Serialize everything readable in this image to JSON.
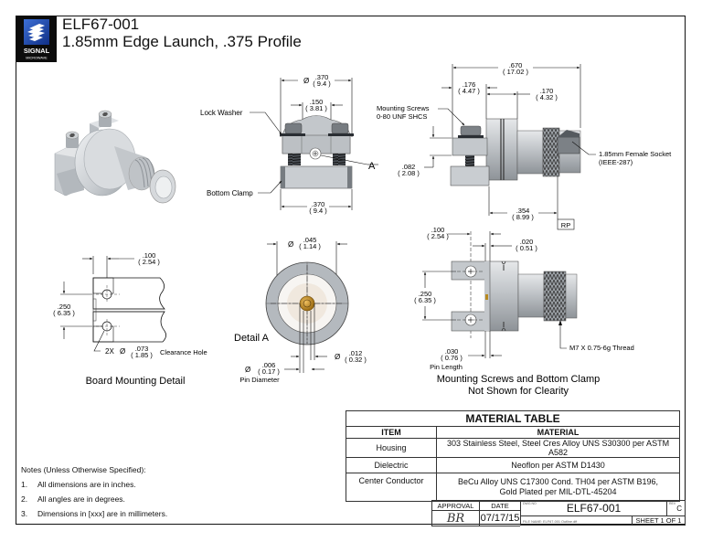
{
  "header": {
    "logo": {
      "name": "SIGNAL",
      "sub": "MICROWAVE",
      "icon": "signal-microwave-logo-icon",
      "brand_color": "#1f4fb5"
    },
    "part_number": "ELF67-001",
    "description": "1.85mm Edge Launch, .375 Profile"
  },
  "views": {
    "isometric": {
      "icon": "connector-3d-render"
    },
    "front_view": {
      "dim_overall_top": {
        "prefix": "Ø",
        "inch": ".370",
        "mm": "( 9.4 )"
      },
      "dim_screw_spacing": {
        "inch": ".150",
        "mm": "( 3.81 )"
      },
      "dim_overall_bottom": {
        "inch": ".370",
        "mm": "( 9.4 )"
      },
      "label_lock_washer": "Lock Washer",
      "label_bottom_clamp": "Bottom Clamp",
      "detail_callout": "A"
    },
    "side_view": {
      "dim_overall_length": {
        "inch": ".670",
        "mm": "( 17.02 )"
      },
      "dim_flange": {
        "inch": ".176",
        "mm": "( 4.47 )"
      },
      "dim_body": {
        "inch": ".170",
        "mm": "( 4.32 )"
      },
      "dim_gap": {
        "inch": ".082",
        "mm": "( 2.08 )"
      },
      "dim_rp": {
        "inch": ".354",
        "mm": "( 8.99 )"
      },
      "rp_label": "RP",
      "label_mounting_screws": "Mounting Screws",
      "label_mounting_screws_spec": "0-80 UNF SHCS",
      "label_socket": "1.85mm Female Socket",
      "label_socket_std": "(IEEE-287)"
    },
    "board_detail": {
      "title": "Board Mounting Detail",
      "dim_edge": {
        "inch": ".100",
        "mm": "( 2.54 )"
      },
      "dim_spacing": {
        "inch": ".250",
        "mm": "( 6.35 )"
      },
      "hole_qty": "2X",
      "hole_prefix": "Ø",
      "dim_hole": {
        "inch": ".073",
        "mm": "( 1.85 )"
      },
      "hole_label": "Clearance Hole"
    },
    "detail_a": {
      "title": "Detail  A",
      "dim_dielectric": {
        "prefix": "Ø",
        "inch": ".045",
        "mm": "( 1.14 )"
      },
      "dim_pin": {
        "prefix": "Ø",
        "inch": ".006",
        "mm": "( 0.17 )"
      },
      "pin_label": "Pin Diameter",
      "dim_pin_outer": {
        "prefix": "Ø",
        "inch": ".012",
        "mm": "( 0.32 )"
      }
    },
    "top_view": {
      "dim_edge": {
        "inch": ".100",
        "mm": "( 2.54 )"
      },
      "dim_pin_offset": {
        "inch": ".020",
        "mm": "( 0.51 )"
      },
      "dim_spacing": {
        "inch": ".250",
        "mm": "( 6.35 )"
      },
      "dim_pin_length": {
        "inch": ".030",
        "mm": "( 0.76 )"
      },
      "pin_length_label": "Pin Length",
      "thread_label": "M7 X 0.75-6g Thread",
      "caption_line1": "Mounting Screws and Bottom Clamp",
      "caption_line2": "Not Shown for Clearity"
    }
  },
  "material_table": {
    "title": "MATERIAL TABLE",
    "headers": [
      "ITEM",
      "MATERIAL"
    ],
    "rows": [
      {
        "item": "Housing",
        "material": "303 Stainless Steel, Steel Cres Alloy UNS S30300 per ASTM A582"
      },
      {
        "item": "Dielectric",
        "material": "Neoflon per ASTM D1430"
      },
      {
        "item": "Center Conductor",
        "material": "BeCu Alloy UNS C17300 Cond. TH04 per ASTM B196,",
        "material_line2": "Gold Plated per MIL-DTL-45204"
      }
    ]
  },
  "notes": {
    "title": "Notes (Unless Otherwise Specified):",
    "items": [
      {
        "num": "1.",
        "text": "All dimensions are in inches."
      },
      {
        "num": "2.",
        "text": "All angles are in degrees."
      },
      {
        "num": "3.",
        "text": "Dimensions in [xxx] are in millimeters."
      }
    ]
  },
  "title_block": {
    "approval_label": "APPROVAL",
    "approval_value": "BR",
    "date_label": "DATE",
    "date_value": "07/17/15",
    "dwg_no_label": "DWG NO",
    "dwg_no": "ELF67-001",
    "rev_label": "REV",
    "rev": "C",
    "file_name_label": "FILE NAME: ELF67-001 Outline.dft",
    "sheet": "SHEET 1 OF 1"
  }
}
